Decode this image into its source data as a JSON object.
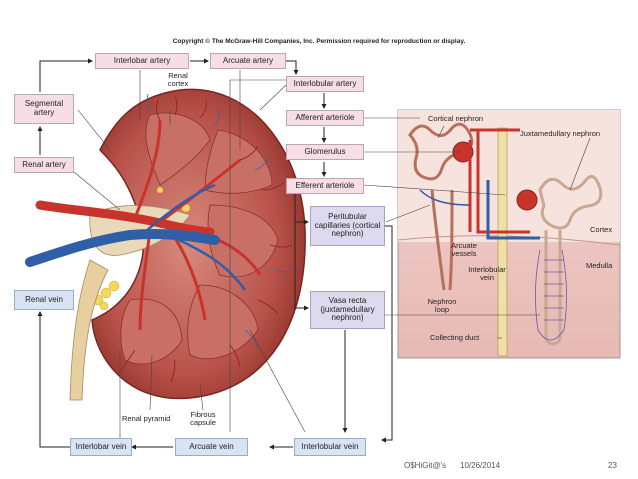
{
  "copyright": "Copyright © The McGraw-Hill Companies, Inc. Permission required for reproduction or display.",
  "boxes": {
    "interlobar_artery": "Interlobar artery",
    "arcuate_artery": "Arcuate artery",
    "interlobular_artery": "Interlobular artery",
    "segmental_artery": "Segmental artery",
    "renal_artery": "Renal artery",
    "afferent_arteriole": "Afferent arteriole",
    "glomerulus": "Glomerulus",
    "efferent_arteriole": "Efferent arteriole",
    "peritubular_capillaries": "Peritubular capillaries (cortical nephron)",
    "vasa_recta": "Vasa recta (juxtamedullary nephron)",
    "renal_vein": "Renal vein",
    "interlobar_vein": "Interlobar vein",
    "arcuate_vein": "Arcuate vein",
    "interlobular_vein": "Interlobular vein"
  },
  "labels": {
    "renal_cortex": "Renal cortex",
    "renal_pyramid": "Renal pyramid",
    "fibrous_capsule": "Fibrous capsule",
    "cortical_nephron": "Cortical nephron",
    "juxtamedullary_nephron": "Juxtamedullary nephron",
    "cortex": "Cortex",
    "medulla": "Medulla",
    "arcuate_vessels": "Arcuate vessels",
    "interlobular_vein_label": "Interlobular vein",
    "nephron_loop": "Nephron loop",
    "collecting_duct": "Collecting duct"
  },
  "footer": {
    "author": "O$HiGit@'s",
    "date": "10/26/2014",
    "page": "23"
  },
  "colors": {
    "box_pink": "#f6dde6",
    "box_blue": "#d7e4f3",
    "box_lavender": "#ddd9ee",
    "artery_red": "#c8342c",
    "vein_blue": "#2f5fa8",
    "kidney": "#b8524a"
  }
}
